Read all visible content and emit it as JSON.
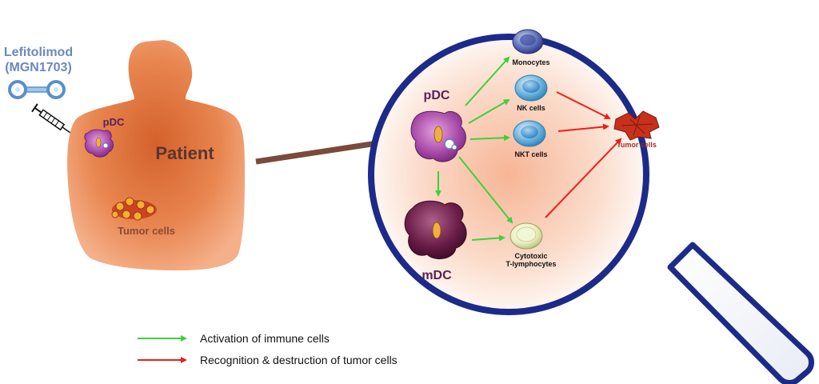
{
  "drug": {
    "name": "Lefitolimod",
    "code": "(MGN1703)"
  },
  "patient": {
    "label": "Patient",
    "pdc_label": "pDC",
    "tumor_label": "Tumor cells"
  },
  "magnifier": {
    "pdc_label": "pDC",
    "mdc_label": "mDC",
    "targets": [
      {
        "label": "Monocytes"
      },
      {
        "label": "NK cells"
      },
      {
        "label": "NKT cells"
      }
    ],
    "ctl_line1": "Cytotoxic",
    "ctl_line2": "T-lymphocytes",
    "tumor_label": "Tumor cells"
  },
  "legend": {
    "activation": "Activation of immune cells",
    "recognition": "Recognition & destruction of tumor cells"
  },
  "colors": {
    "drug_text": "#6b88c0",
    "activation_arrow": "#3fcf3f",
    "recognition_arrow": "#e8201c",
    "magnifier_ring": "#1c2a8a",
    "big_arrow": "#7a4a3a",
    "patient_body": "#e88a5a",
    "pdc": "#9a3aa0",
    "mdc": "#5a1a40",
    "tumor": "#c8301c"
  }
}
